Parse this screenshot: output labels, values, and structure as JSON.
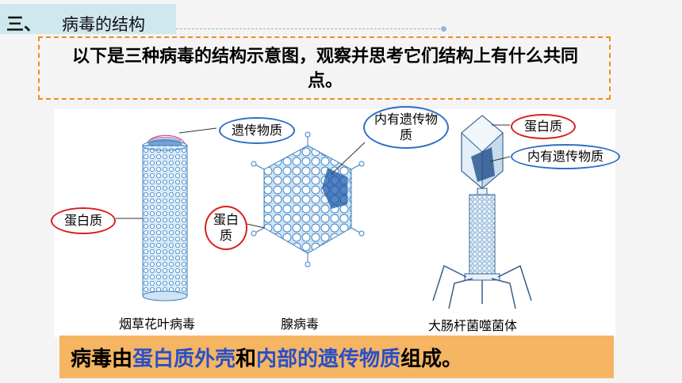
{
  "header": {
    "number": "三、",
    "title": "病毒的结构"
  },
  "intro": {
    "text": "以下是三种病毒的结构示意图，观察并思考它们结构上有什么共同点。"
  },
  "figure": {
    "labels": {
      "tmv_genetic": "遗传物质",
      "tmv_protein": "蛋白质",
      "adeno_protein": "蛋白质",
      "adeno_inner": "内有遗传物质",
      "phage_protein": "蛋白质",
      "phage_inner": "内有遗传物质"
    },
    "captions": {
      "tmv": "烟草花叶病毒",
      "adeno": "腺病毒",
      "phage": "大肠杆菌噬菌体"
    }
  },
  "conclusion": {
    "prefix": "病毒由",
    "part1": "蛋白质外壳",
    "mid": "和",
    "part2": "内部的遗传物质",
    "suffix": "组成。"
  },
  "colors": {
    "accent_orange": "#f5b563",
    "dash_orange": "#f28c1e",
    "header_blue": "#cfe7ee",
    "highlight_blue": "#2a4fc8",
    "red_circle": "#d62020",
    "blue_circle": "#2d6fc4"
  }
}
